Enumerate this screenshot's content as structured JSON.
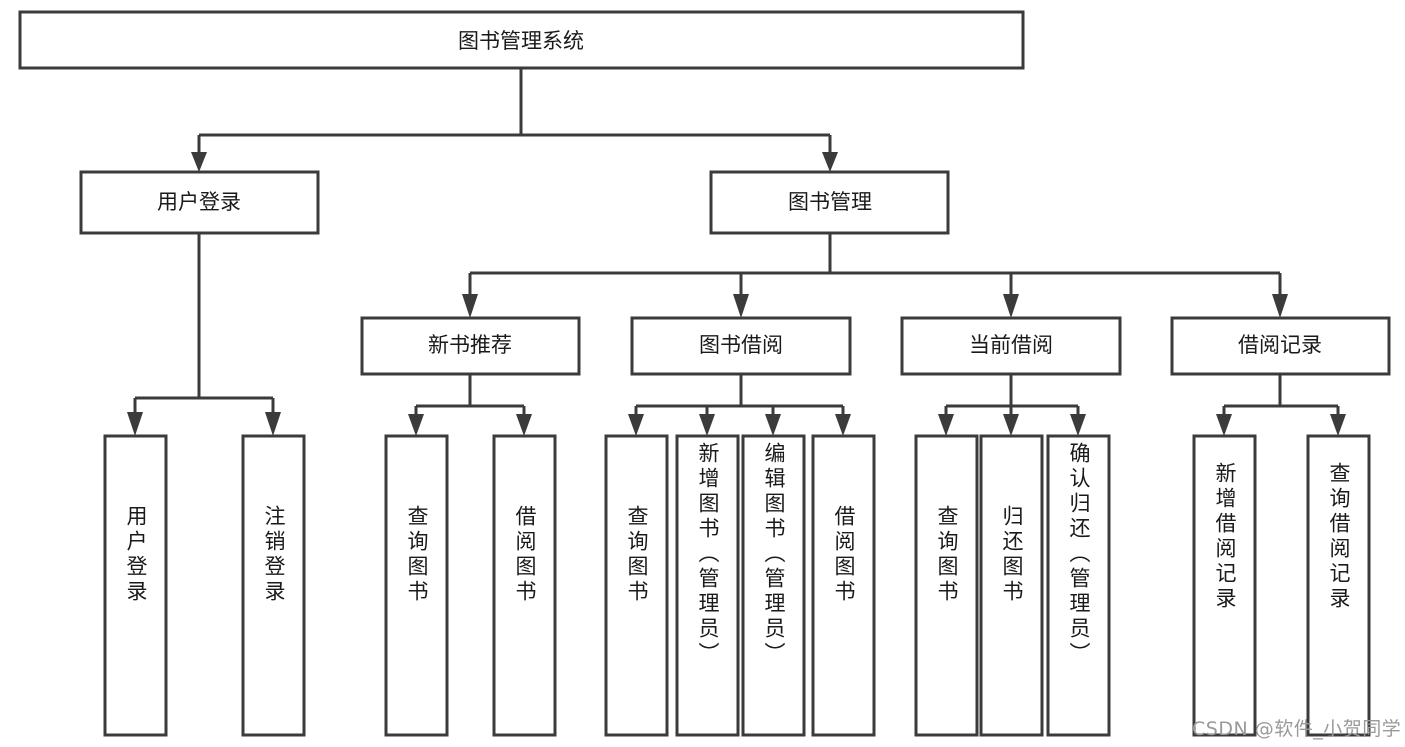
{
  "diagram": {
    "title": "图书管理系统",
    "type": "hierarchy-tree",
    "root": {
      "id": "root",
      "label": "图书管理系统",
      "orientation": "horizontal"
    },
    "level2": [
      {
        "id": "user-login",
        "label": "用户登录",
        "orientation": "horizontal"
      },
      {
        "id": "book-management",
        "label": "图书管理",
        "orientation": "horizontal"
      }
    ],
    "level3": [
      {
        "id": "new-book-recommend",
        "label": "新书推荐",
        "orientation": "horizontal",
        "parent": "book-management"
      },
      {
        "id": "book-borrow",
        "label": "图书借阅",
        "orientation": "horizontal",
        "parent": "book-management"
      },
      {
        "id": "current-borrow",
        "label": "当前借阅",
        "orientation": "horizontal",
        "parent": "book-management"
      },
      {
        "id": "borrow-record",
        "label": "借阅记录",
        "orientation": "horizontal",
        "parent": "book-management"
      }
    ],
    "leaves": [
      {
        "id": "leaf-user-login",
        "label": "用户登录",
        "parent": "user-login",
        "orientation": "vertical"
      },
      {
        "id": "leaf-user-logout",
        "label": "注销登录",
        "parent": "user-login",
        "orientation": "vertical"
      },
      {
        "id": "leaf-query-book-1",
        "label": "查询图书",
        "parent": "new-book-recommend",
        "orientation": "vertical"
      },
      {
        "id": "leaf-borrow-book-1",
        "label": "借阅图书",
        "parent": "new-book-recommend",
        "orientation": "vertical"
      },
      {
        "id": "leaf-query-book-2",
        "label": "查询图书",
        "parent": "book-borrow",
        "orientation": "vertical"
      },
      {
        "id": "leaf-add-book",
        "label": "新增图书（管理员）",
        "parent": "book-borrow",
        "orientation": "vertical"
      },
      {
        "id": "leaf-edit-book",
        "label": "编辑图书（管理员）",
        "parent": "book-borrow",
        "orientation": "vertical"
      },
      {
        "id": "leaf-borrow-book-2",
        "label": "借阅图书",
        "parent": "book-borrow",
        "orientation": "vertical"
      },
      {
        "id": "leaf-query-book-3",
        "label": "查询图书",
        "parent": "current-borrow",
        "orientation": "vertical"
      },
      {
        "id": "leaf-return-book",
        "label": "归还图书",
        "parent": "current-borrow",
        "orientation": "vertical"
      },
      {
        "id": "leaf-confirm-return",
        "label": "确认归还（管理员）",
        "parent": "current-borrow",
        "orientation": "vertical"
      },
      {
        "id": "leaf-add-record",
        "label": "新增借阅记录",
        "parent": "borrow-record",
        "orientation": "vertical"
      },
      {
        "id": "leaf-query-record",
        "label": "查询借阅记录",
        "parent": "borrow-record",
        "orientation": "vertical"
      }
    ],
    "watermark": "CSDN @软件_小贺同学",
    "colors": {
      "box_stroke": "#3b3b3b",
      "box_fill": "#ffffff",
      "text": "#1a1a1a",
      "connector": "#3b3b3b",
      "watermark": "#9a9a9a",
      "background": "#ffffff"
    }
  }
}
